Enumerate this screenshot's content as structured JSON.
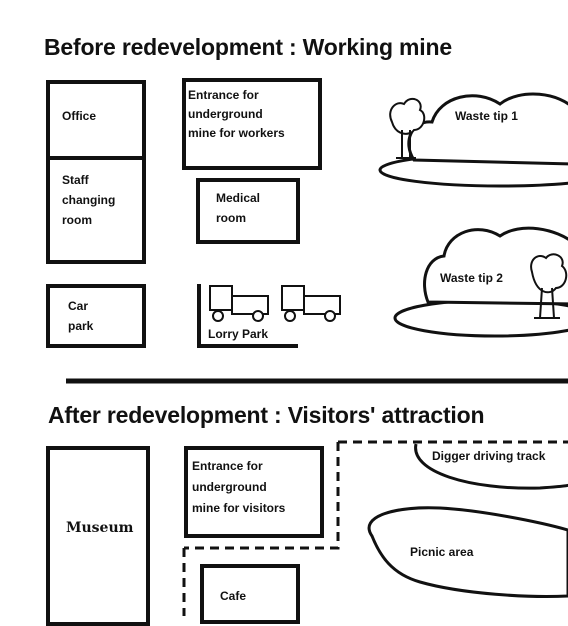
{
  "before": {
    "title": "Before redevelopment : Working mine",
    "office": "Office",
    "staff_changing_room": "Staff\nchanging\nroom",
    "entrance_workers": "Entrance for\nunderground\nmine for workers",
    "medical_room": "Medical\nroom",
    "car_park": "Car\npark",
    "lorry_park": "Lorry Park",
    "waste_tip_1": "Waste tip 1",
    "waste_tip_2": "Waste tip 2"
  },
  "after": {
    "title": "After redevelopment : Visitors' attraction",
    "museum": "Museum",
    "entrance_visitors": "Entrance for\nunderground\nmine for visitors",
    "digger_driving": "Digger driving track",
    "picnic_area": "Picnic area",
    "cafe": "Cafe"
  }
}
